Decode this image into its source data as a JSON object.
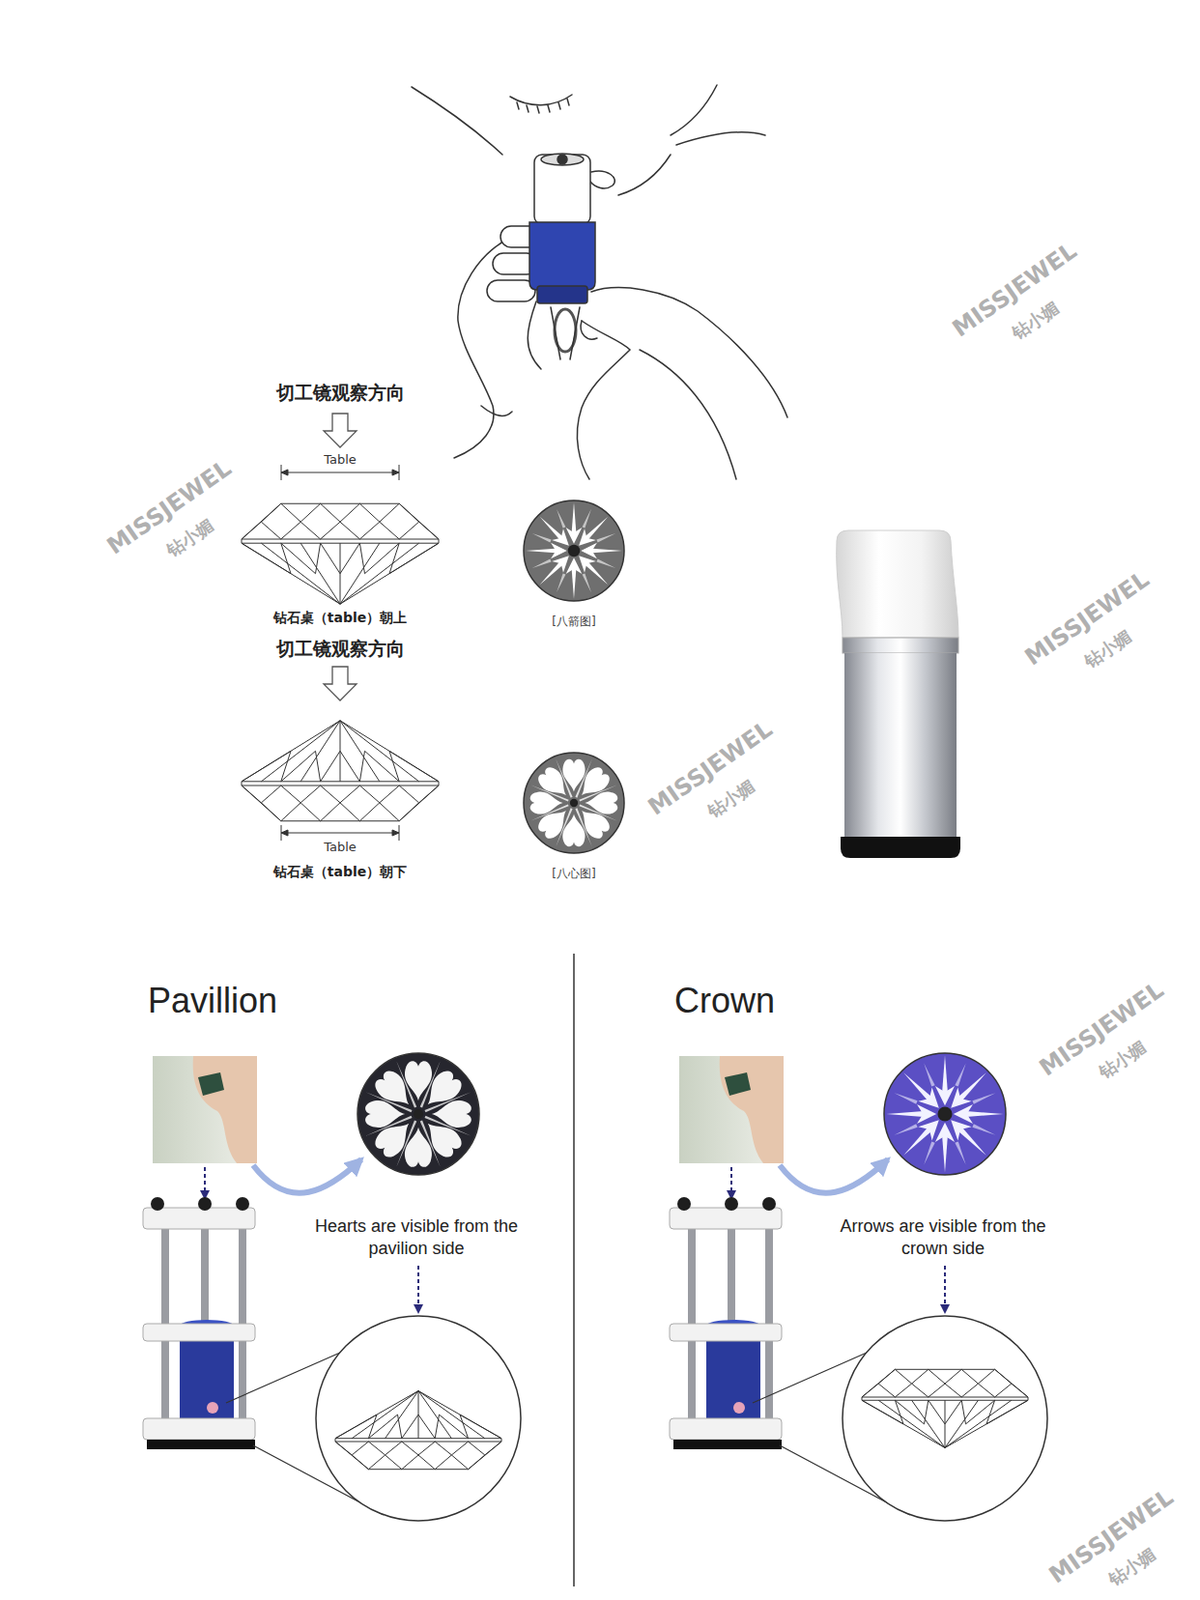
{
  "diagram": {
    "nodes": [
      {
        "text": [
          "[八箭图]"
        ]
      },
      {
        "text": [
          "[八心图]"
        ]
      }
    ],
    "labels": [
      "切工镜观察方向",
      "Table",
      "钻石桌（table）朝上",
      "切工镜观察方向",
      "Table",
      "钻石桌（table）朝下",
      "Pavillion",
      "Hearts are visible from the pavilion side",
      "Crown",
      "Arrows are visible from the crown side",
      "MISSJEWEL",
      "钻小媚",
      "MISSJEWEL",
      "钻小媚",
      "MISSJEWEL",
      "钻小媚",
      "MISSJEWEL",
      "钻小媚",
      "MISSJEWEL",
      "钻小媚",
      "MISSJEWEL",
      "钻小媚"
    ]
  }
}
